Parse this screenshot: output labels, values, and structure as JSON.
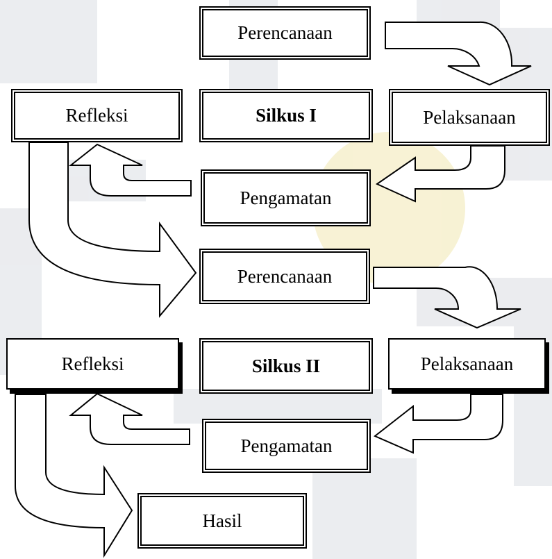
{
  "cycle1": {
    "planning": "Perencanaan",
    "center": "Silkus I",
    "action": "Pelaksanaan",
    "observation": "Pengamatan",
    "reflection": "Refleksi"
  },
  "cycle2": {
    "planning": "Perencanaan",
    "center": "Silkus II",
    "action": "Pelaksanaan",
    "observation": "Pengamatan",
    "reflection": "Refleksi"
  },
  "result": "Hasil",
  "colors": {
    "stroke": "#000000",
    "fill": "#ffffff",
    "watermark": "#e9ebee"
  }
}
